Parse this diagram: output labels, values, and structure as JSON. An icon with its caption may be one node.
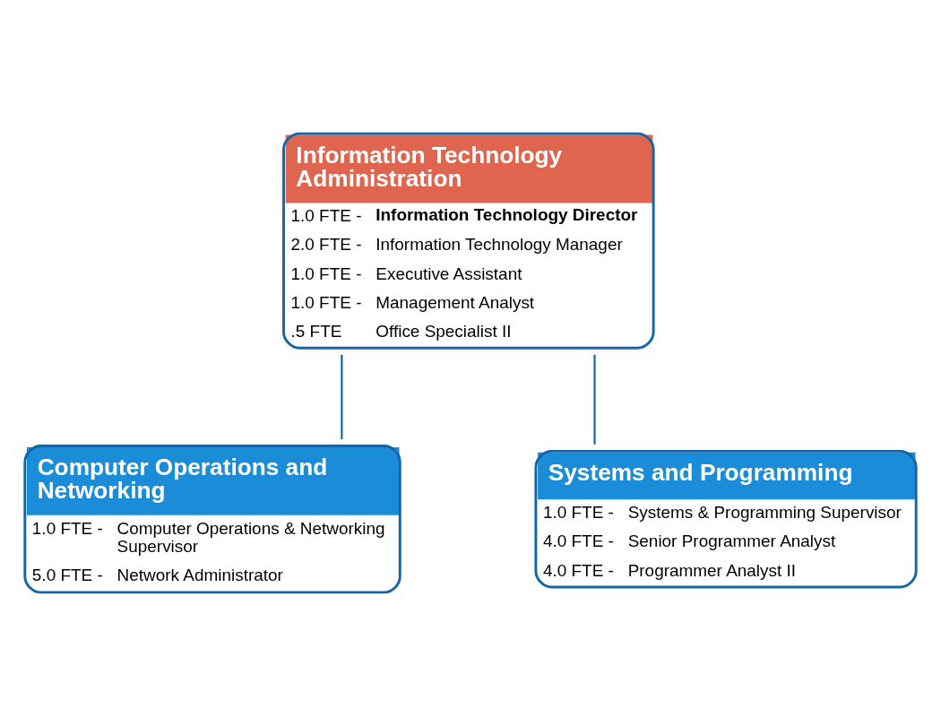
{
  "diagram": {
    "nodes": [
      {
        "text": [
          "Information Technology Administration",
          "1.0 FTE -",
          "Information Technology Director",
          "2.0 FTE -",
          "Information Technology Manager",
          "1.0 FTE -",
          "Executive Assistant",
          "1.0 FTE -",
          "Management Analyst",
          ".5 FTE",
          "Office Specialist II"
        ]
      },
      {
        "text": [
          "Computer Operations and Networking",
          "1.0 FTE -",
          "Computer Operations & Networking Supervisor",
          "5.0 FTE -",
          "Network Administrator"
        ]
      },
      {
        "text": [
          "Systems and Programming",
          "1.0 FTE -",
          "Systems & Programming Supervisor",
          "4.0 FTE -",
          "Senior Programmer Analyst",
          "4.0 FTE -",
          "Programmer Analyst II"
        ]
      }
    ],
    "edges": [
      {
        "from": 0,
        "to": 1,
        "arrow": "none"
      },
      {
        "from": 0,
        "to": 2,
        "arrow": "none"
      }
    ]
  }
}
